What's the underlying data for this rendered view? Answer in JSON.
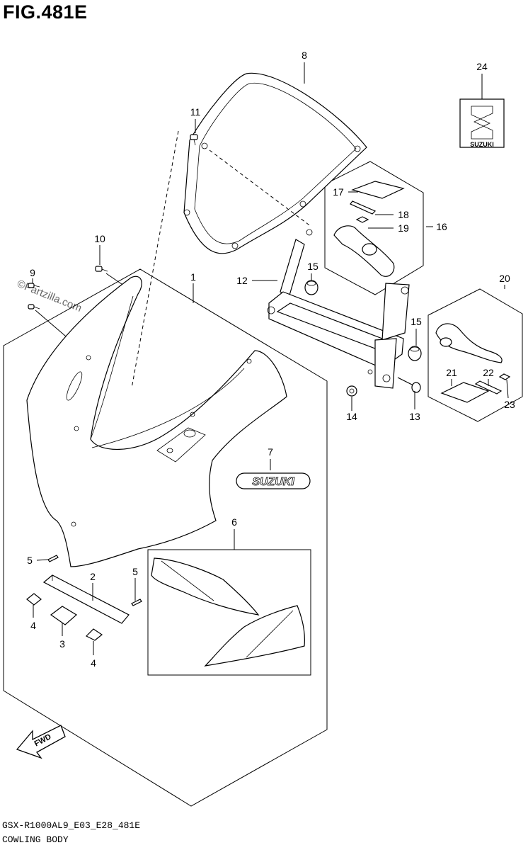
{
  "header": {
    "figure_title": "FIG.481E"
  },
  "footer": {
    "model_code": "GSX-R1000AL9_E03_E28_481E",
    "diagram_name": "COWLING BODY"
  },
  "watermark": "©Partzilla.com",
  "decals": {
    "small_logo_text": "SUZUKI",
    "large_logo_text": "SUZUKI",
    "arrow_text": "FWD"
  },
  "callouts": [
    "1",
    "2",
    "3",
    "4",
    "4",
    "5",
    "5",
    "6",
    "7",
    "8",
    "9",
    "10",
    "11",
    "12",
    "13",
    "14",
    "15",
    "15",
    "16",
    "17",
    "18",
    "19",
    "20",
    "21",
    "22",
    "23",
    "24"
  ]
}
